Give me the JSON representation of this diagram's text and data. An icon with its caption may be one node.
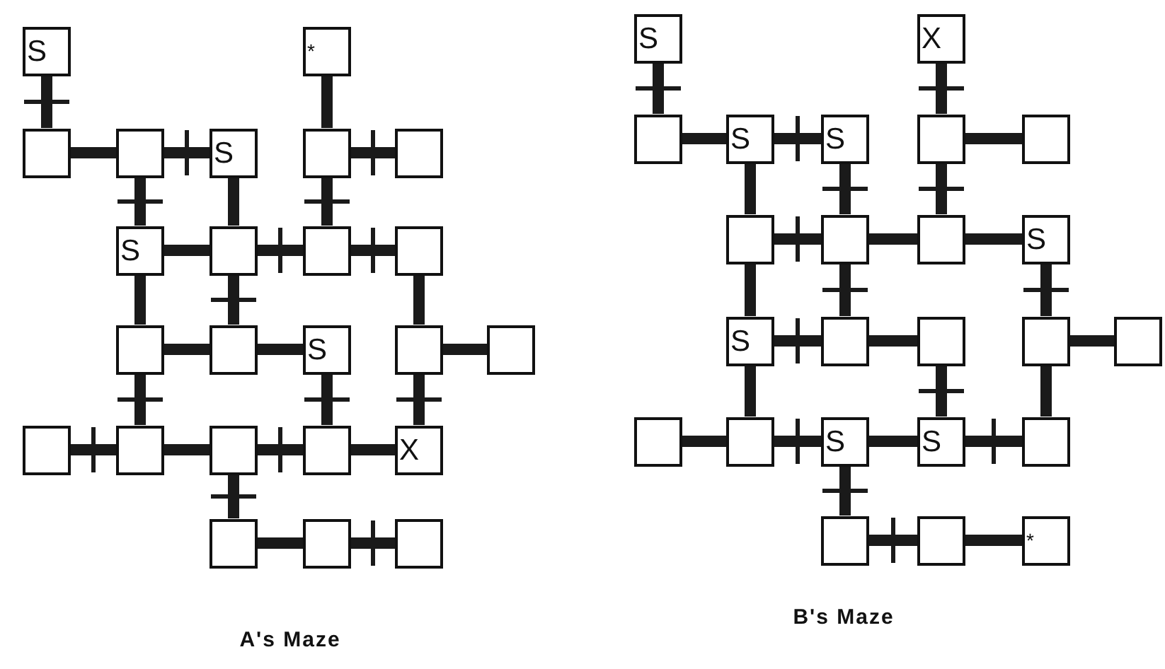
{
  "diagram": {
    "nodes": [
      {
        "text": [
          "S"
        ]
      },
      {
        "text": [
          "*"
        ]
      },
      {
        "text": [],
        "shape": "box"
      },
      {
        "text": [],
        "shape": "box"
      },
      {
        "text": [
          "S"
        ]
      },
      {
        "text": [],
        "shape": "box"
      },
      {
        "text": [],
        "shape": "box"
      },
      {
        "text": [
          "S"
        ]
      },
      {
        "text": [],
        "shape": "box"
      },
      {
        "text": [],
        "shape": "box"
      },
      {
        "text": [],
        "shape": "box"
      },
      {
        "text": [],
        "shape": "box"
      },
      {
        "text": [],
        "shape": "box"
      },
      {
        "text": [
          "S"
        ]
      },
      {
        "text": [],
        "shape": "box"
      },
      {
        "text": [],
        "shape": "box"
      },
      {
        "text": [],
        "shape": "box"
      },
      {
        "text": [],
        "shape": "box"
      },
      {
        "text": [],
        "shape": "box"
      },
      {
        "text": [],
        "shape": "box"
      },
      {
        "text": [
          "X"
        ]
      },
      {
        "text": [],
        "shape": "box"
      },
      {
        "text": [],
        "shape": "box"
      },
      {
        "text": [],
        "shape": "box"
      },
      {
        "text": [
          "S"
        ]
      },
      {
        "text": [
          "X"
        ]
      },
      {
        "text": [],
        "shape": "box"
      },
      {
        "text": [
          "S"
        ]
      },
      {
        "text": [
          "S"
        ]
      },
      {
        "text": [],
        "shape": "box"
      },
      {
        "text": [],
        "shape": "box"
      },
      {
        "text": [],
        "shape": "box"
      },
      {
        "text": [],
        "shape": "box"
      },
      {
        "text": [],
        "shape": "box"
      },
      {
        "text": [
          "S"
        ]
      },
      {
        "text": [
          "S"
        ]
      },
      {
        "text": [],
        "shape": "box"
      },
      {
        "text": [],
        "shape": "box"
      },
      {
        "text": [],
        "shape": "box"
      },
      {
        "text": [],
        "shape": "box"
      },
      {
        "text": [],
        "shape": "box"
      },
      {
        "text": [],
        "shape": "box"
      },
      {
        "text": [
          "S"
        ]
      },
      {
        "text": [
          "S"
        ]
      },
      {
        "text": [],
        "shape": "box"
      },
      {
        "text": [],
        "shape": "box"
      },
      {
        "text": [],
        "shape": "box"
      },
      {
        "text": [
          "*"
        ]
      }
    ],
    "edges": [
      {
        "from": 0,
        "to": 2,
        "arrow": "none"
      },
      {
        "from": 2,
        "to": 3,
        "arrow": "none"
      },
      {
        "from": 3,
        "to": 4,
        "arrow": "none"
      },
      {
        "from": 3,
        "to": 7,
        "arrow": "none"
      },
      {
        "from": 4,
        "to": 8,
        "arrow": "none"
      },
      {
        "from": 1,
        "to": 5,
        "arrow": "none"
      },
      {
        "from": 5,
        "to": 6,
        "arrow": "none"
      },
      {
        "from": 5,
        "to": 9,
        "arrow": "none"
      },
      {
        "from": 7,
        "to": 8,
        "arrow": "none"
      },
      {
        "from": 8,
        "to": 9,
        "arrow": "none"
      },
      {
        "from": 9,
        "to": 10,
        "arrow": "none"
      },
      {
        "from": 10,
        "to": 14,
        "arrow": "none"
      },
      {
        "from": 7,
        "to": 11,
        "arrow": "none"
      },
      {
        "from": 8,
        "to": 12,
        "arrow": "none"
      },
      {
        "from": 11,
        "to": 12,
        "arrow": "none"
      },
      {
        "from": 12,
        "to": 13,
        "arrow": "none"
      },
      {
        "from": 14,
        "to": 15,
        "arrow": "none"
      },
      {
        "from": 11,
        "to": 17,
        "arrow": "none"
      },
      {
        "from": 13,
        "to": 19,
        "arrow": "none"
      },
      {
        "from": 14,
        "to": 20,
        "arrow": "none"
      },
      {
        "from": 16,
        "to": 17,
        "arrow": "none"
      },
      {
        "from": 17,
        "to": 18,
        "arrow": "none"
      },
      {
        "from": 18,
        "to": 19,
        "arrow": "none"
      },
      {
        "from": 19,
        "to": 20,
        "arrow": "none"
      },
      {
        "from": 18,
        "to": 21,
        "arrow": "none"
      },
      {
        "from": 21,
        "to": 22,
        "arrow": "none"
      },
      {
        "from": 22,
        "to": 23,
        "arrow": "none"
      },
      {
        "from": 24,
        "to": 26,
        "arrow": "none"
      },
      {
        "from": 26,
        "to": 27,
        "arrow": "none"
      },
      {
        "from": 27,
        "to": 28,
        "arrow": "none"
      },
      {
        "from": 25,
        "to": 29,
        "arrow": "none"
      },
      {
        "from": 29,
        "to": 30,
        "arrow": "none"
      },
      {
        "from": 27,
        "to": 31,
        "arrow": "none"
      },
      {
        "from": 28,
        "to": 32,
        "arrow": "none"
      },
      {
        "from": 29,
        "to": 33,
        "arrow": "none"
      },
      {
        "from": 31,
        "to": 32,
        "arrow": "none"
      },
      {
        "from": 32,
        "to": 33,
        "arrow": "none"
      },
      {
        "from": 33,
        "to": 34,
        "arrow": "none"
      },
      {
        "from": 31,
        "to": 35,
        "arrow": "none"
      },
      {
        "from": 32,
        "to": 36,
        "arrow": "none"
      },
      {
        "from": 34,
        "to": 38,
        "arrow": "none"
      },
      {
        "from": 35,
        "to": 36,
        "arrow": "none"
      },
      {
        "from": 36,
        "to": 37,
        "arrow": "none"
      },
      {
        "from": 38,
        "to": 39,
        "arrow": "none"
      },
      {
        "from": 35,
        "to": 41,
        "arrow": "none"
      },
      {
        "from": 37,
        "to": 43,
        "arrow": "none"
      },
      {
        "from": 38,
        "to": 44,
        "arrow": "none"
      },
      {
        "from": 40,
        "to": 41,
        "arrow": "none"
      },
      {
        "from": 41,
        "to": 42,
        "arrow": "none"
      },
      {
        "from": 42,
        "to": 43,
        "arrow": "none"
      },
      {
        "from": 43,
        "to": 44,
        "arrow": "none"
      },
      {
        "from": 42,
        "to": 45,
        "arrow": "none"
      },
      {
        "from": 45,
        "to": 46,
        "arrow": "none"
      },
      {
        "from": 46,
        "to": 47,
        "arrow": "none"
      }
    ],
    "labels": [
      "A's Maze",
      "B's Maze"
    ]
  }
}
